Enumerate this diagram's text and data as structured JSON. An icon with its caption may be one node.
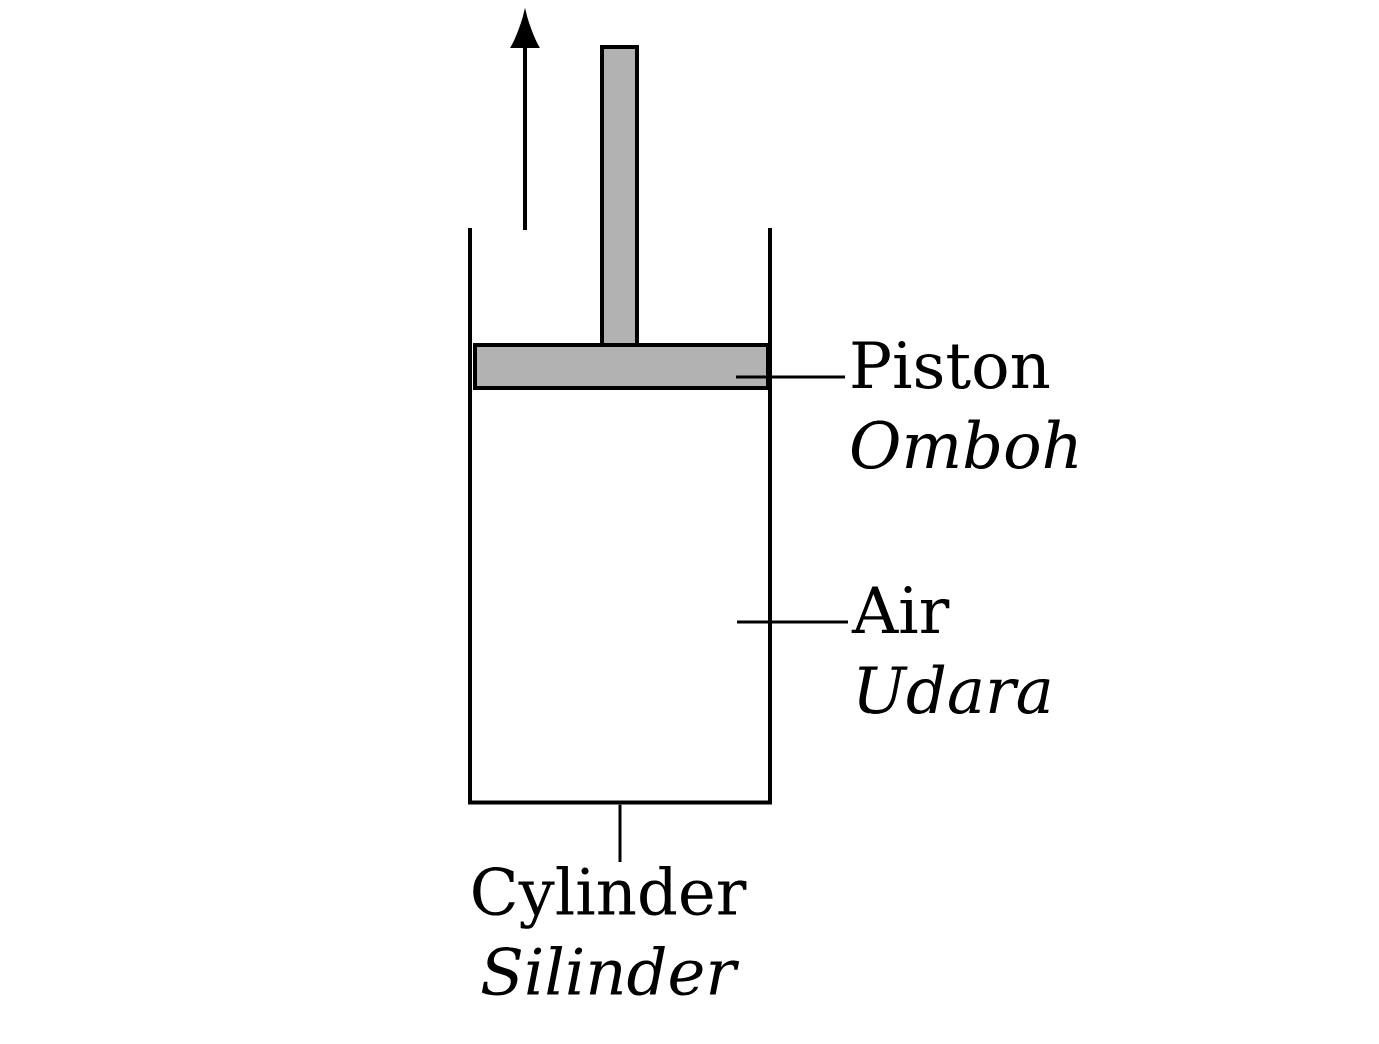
{
  "diagram": {
    "nodes": [
      {
        "text": [
          "Piston",
          "Omboh"
        ]
      },
      {
        "text": [],
        "shape": "bar"
      },
      {
        "text": [
          "Air",
          "Udara"
        ]
      },
      {
        "text": [
          "Cylinder",
          "Silinder"
        ]
      },
      {
        "text": [],
        "shape": "box"
      }
    ],
    "edges": [
      {
        "from": 0,
        "to": 1,
        "arrow": "none"
      },
      {
        "from": 2,
        "to": 4,
        "arrow": "none"
      },
      {
        "from": 3,
        "to": 4,
        "arrow": "none"
      }
    ]
  }
}
